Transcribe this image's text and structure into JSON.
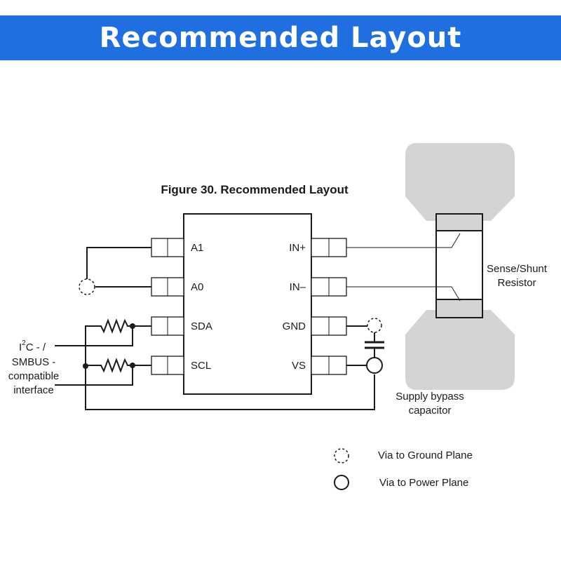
{
  "header": {
    "title": "Recommended Layout"
  },
  "figure": {
    "title": "Figure 30.  Recommended Layout"
  },
  "chip": {
    "left_pins": [
      "A1",
      "A0",
      "SDA",
      "SCL"
    ],
    "right_pins": [
      "IN+",
      "IN–",
      "GND",
      "VS"
    ]
  },
  "interface_label": {
    "i2c_prefix": "I",
    "i2c_superscript": "2",
    "i2c_suffix": "C - /",
    "line2": "SMBUS -",
    "line3": "compatible",
    "line4": "interface"
  },
  "shunt_label": {
    "line1": "Sense/Shunt",
    "line2": "Resistor"
  },
  "bypass_label": {
    "line1": "Supply bypass",
    "line2": "capacitor"
  },
  "legend": [
    {
      "icon": "dashed-circle-icon",
      "label": "Via to Ground Plane"
    },
    {
      "icon": "circle-icon",
      "label": "Via to Power Plane"
    }
  ],
  "colors": {
    "banner": "#1f6fe0",
    "copper": "#d4d4d4",
    "ink": "#1a1a1a"
  }
}
